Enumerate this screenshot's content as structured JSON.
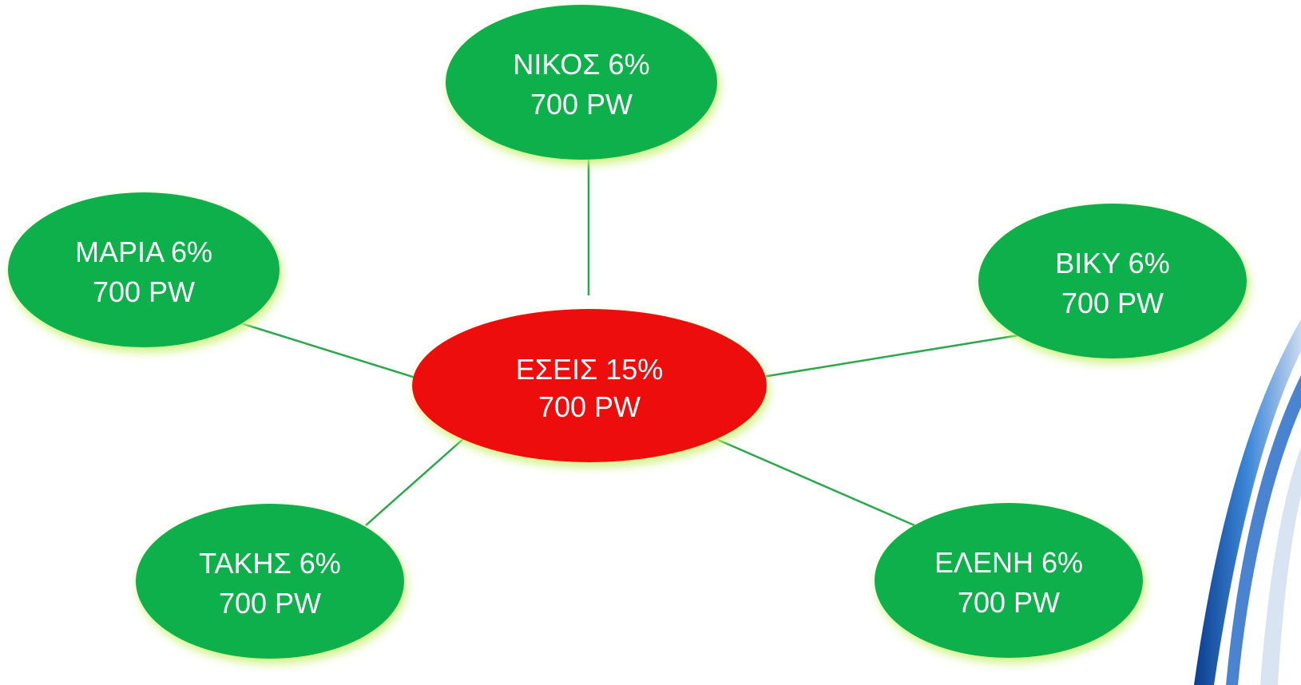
{
  "center": {
    "name": "ΕΣΕΙΣ 15%",
    "power": "700 PW",
    "color": "#ee0a0a"
  },
  "nodes": [
    {
      "id": "nikos",
      "name": "ΝΙΚΟΣ 6%",
      "power": "700 PW"
    },
    {
      "id": "maria",
      "name": "ΜΑΡΙΑ 6%",
      "power": "700 PW"
    },
    {
      "id": "viky",
      "name": "ΒΙΚΥ 6%",
      "power": "700 PW"
    },
    {
      "id": "takis",
      "name": "ΤΑΚΗΣ 6%",
      "power": "700 PW"
    },
    {
      "id": "eleni",
      "name": "ΕΛΕΝΗ 6%",
      "power": "700 PW"
    }
  ],
  "colors": {
    "node_fill": "#0ab04b",
    "node_glow": "#c8f070",
    "connector": "#2aa84a",
    "text": "#ffffff",
    "decoration_blue": "#1b5fb8"
  }
}
